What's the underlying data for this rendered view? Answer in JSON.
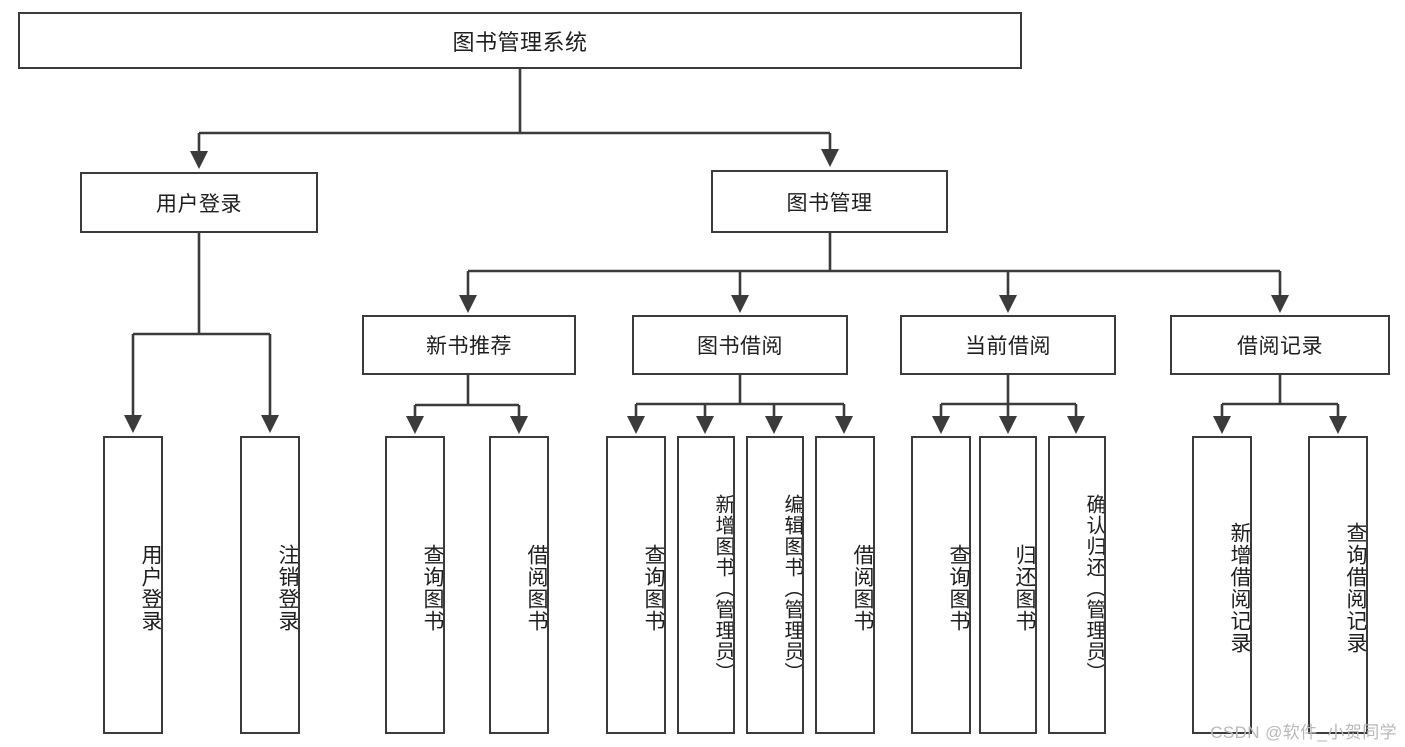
{
  "diagram": {
    "type": "tree-hierarchy-flowchart",
    "title": "图书管理系统",
    "watermark": "CSDN @软件_小贺同学",
    "colors": {
      "node_border": "#3b3b3b",
      "node_fill": "#ffffff",
      "edge": "#3b3b3b",
      "text": "#1e1e1e",
      "watermark": "#b9b9b9",
      "background": "#ffffff"
    },
    "nodes": {
      "root": {
        "label": "图书管理系统"
      },
      "level1": [
        {
          "id": "user-login",
          "label": "用户登录"
        },
        {
          "id": "book-manage",
          "label": "图书管理"
        }
      ],
      "level2": [
        {
          "id": "new-book-rec",
          "label": "新书推荐",
          "parent": "book-manage"
        },
        {
          "id": "book-borrow",
          "label": "图书借阅",
          "parent": "book-manage"
        },
        {
          "id": "current-borrow",
          "label": "当前借阅",
          "parent": "book-manage"
        },
        {
          "id": "borrow-record",
          "label": "借阅记录",
          "parent": "book-manage"
        }
      ],
      "leaves": [
        {
          "id": "leaf-user-login",
          "label": "用户登录",
          "parent": "user-login"
        },
        {
          "id": "leaf-logout",
          "label": "注销登录",
          "parent": "user-login"
        },
        {
          "id": "leaf-query-book-1",
          "label": "查询图书",
          "parent": "new-book-rec"
        },
        {
          "id": "leaf-borrow-book-1",
          "label": "借阅图书",
          "parent": "new-book-rec"
        },
        {
          "id": "leaf-query-book-2",
          "label": "查询图书",
          "parent": "book-borrow"
        },
        {
          "id": "leaf-add-book",
          "label": "新增图书（管理员）",
          "parent": "book-borrow"
        },
        {
          "id": "leaf-edit-book",
          "label": "编辑图书（管理员）",
          "parent": "book-borrow"
        },
        {
          "id": "leaf-borrow-book-2",
          "label": "借阅图书",
          "parent": "book-borrow"
        },
        {
          "id": "leaf-query-book-3",
          "label": "查询图书",
          "parent": "current-borrow"
        },
        {
          "id": "leaf-return-book",
          "label": "归还图书",
          "parent": "current-borrow"
        },
        {
          "id": "leaf-confirm-return",
          "label": "确认归还（管理员）",
          "parent": "current-borrow"
        },
        {
          "id": "leaf-add-record",
          "label": "新增借阅记录",
          "parent": "borrow-record"
        },
        {
          "id": "leaf-query-record",
          "label": "查询借阅记录",
          "parent": "borrow-record"
        }
      ]
    }
  }
}
